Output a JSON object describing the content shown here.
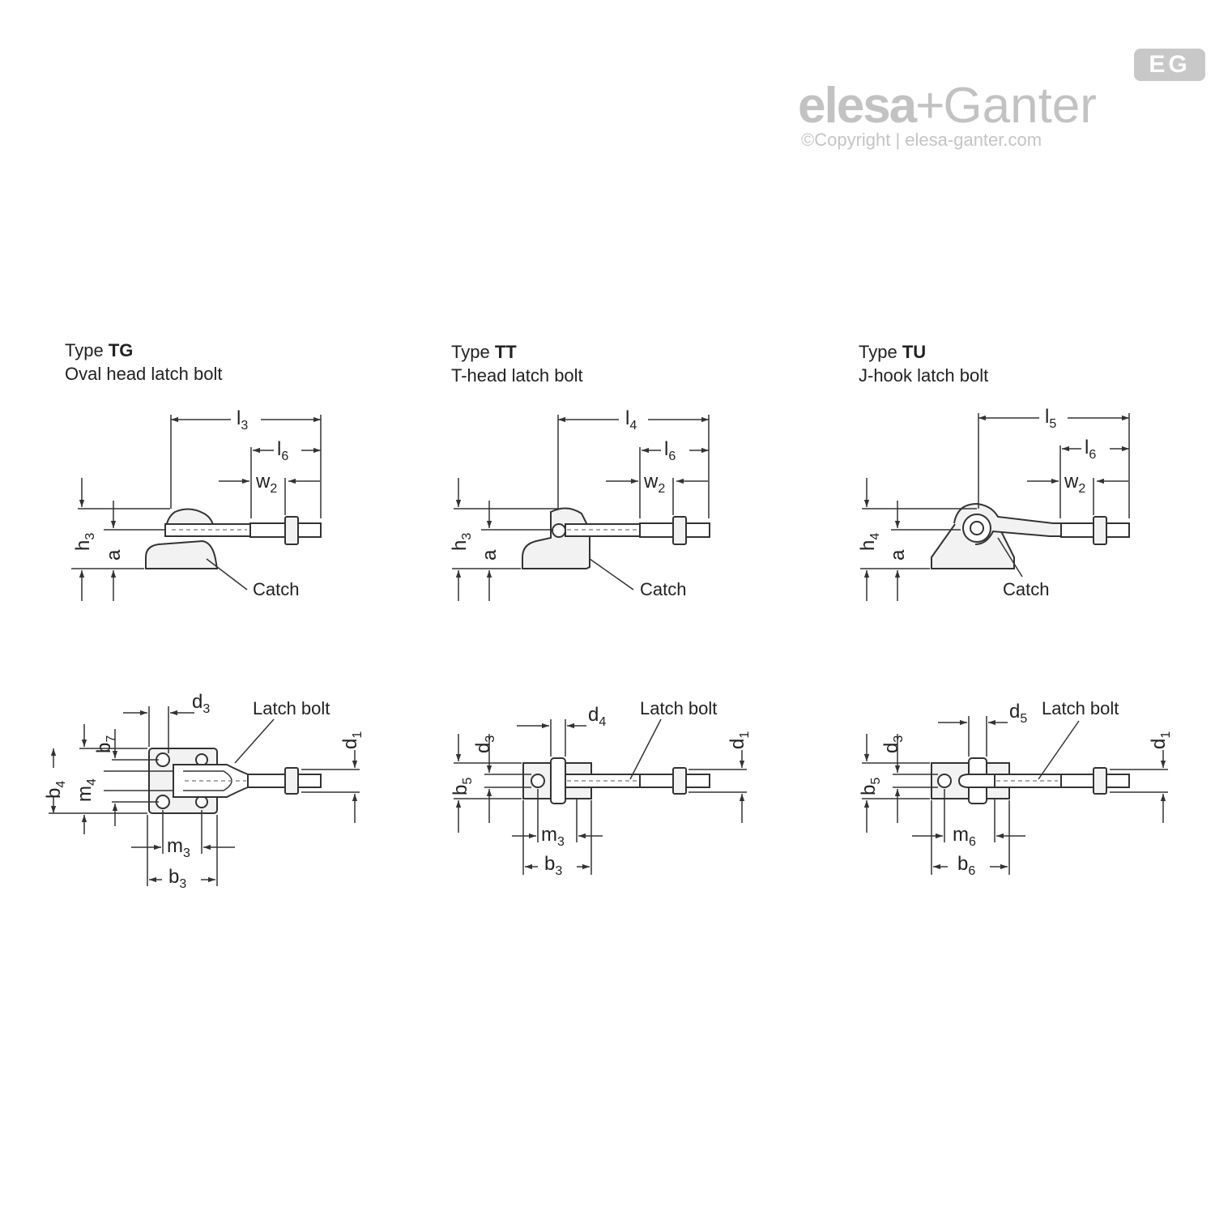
{
  "brand": {
    "name_a": "elesa",
    "plus": "+",
    "name_b": "Ganter",
    "copyright": "©Copyright | elesa-ganter.com",
    "badge": "EG",
    "color": "#c2c2c2"
  },
  "types": [
    {
      "prefix": "Type ",
      "code": "TG",
      "desc": "Oval head latch bolt"
    },
    {
      "prefix": "Type ",
      "code": "TT",
      "desc": "T-head latch bolt"
    },
    {
      "prefix": "Type ",
      "code": "TU",
      "desc": "J-hook latch bolt"
    }
  ],
  "labels": {
    "catch": "Catch",
    "latch_bolt": "Latch bolt"
  },
  "dimensions": {
    "tg_side": {
      "len": [
        "l",
        "3"
      ],
      "l6": [
        "l",
        "6"
      ],
      "w2": [
        "w",
        "2"
      ],
      "h": [
        "h",
        "3"
      ],
      "a": [
        "a",
        ""
      ]
    },
    "tt_side": {
      "len": [
        "l",
        "4"
      ],
      "l6": [
        "l",
        "6"
      ],
      "w2": [
        "w",
        "2"
      ],
      "h": [
        "h",
        "3"
      ],
      "a": [
        "a",
        ""
      ]
    },
    "tu_side": {
      "len": [
        "l",
        "5"
      ],
      "l6": [
        "l",
        "6"
      ],
      "w2": [
        "w",
        "2"
      ],
      "h": [
        "h",
        "4"
      ],
      "a": [
        "a",
        ""
      ]
    },
    "tg_top": {
      "d": [
        "d",
        "3"
      ],
      "b7": [
        "b",
        "7"
      ],
      "b4": [
        "b",
        "4"
      ],
      "m4": [
        "m",
        "4"
      ],
      "m3": [
        "m",
        "3"
      ],
      "b3": [
        "b",
        "3"
      ],
      "d1": [
        "d",
        "1"
      ]
    },
    "tt_top": {
      "d": [
        "d",
        "4"
      ],
      "d3": [
        "d",
        "3"
      ],
      "b5": [
        "b",
        "5"
      ],
      "m3": [
        "m",
        "3"
      ],
      "b3": [
        "b",
        "3"
      ],
      "d1": [
        "d",
        "1"
      ]
    },
    "tu_top": {
      "d": [
        "d",
        "5"
      ],
      "d3": [
        "d",
        "3"
      ],
      "b5": [
        "b",
        "5"
      ],
      "m6": [
        "m",
        "6"
      ],
      "b6": [
        "b",
        "6"
      ],
      "d1": [
        "d",
        "1"
      ]
    }
  }
}
